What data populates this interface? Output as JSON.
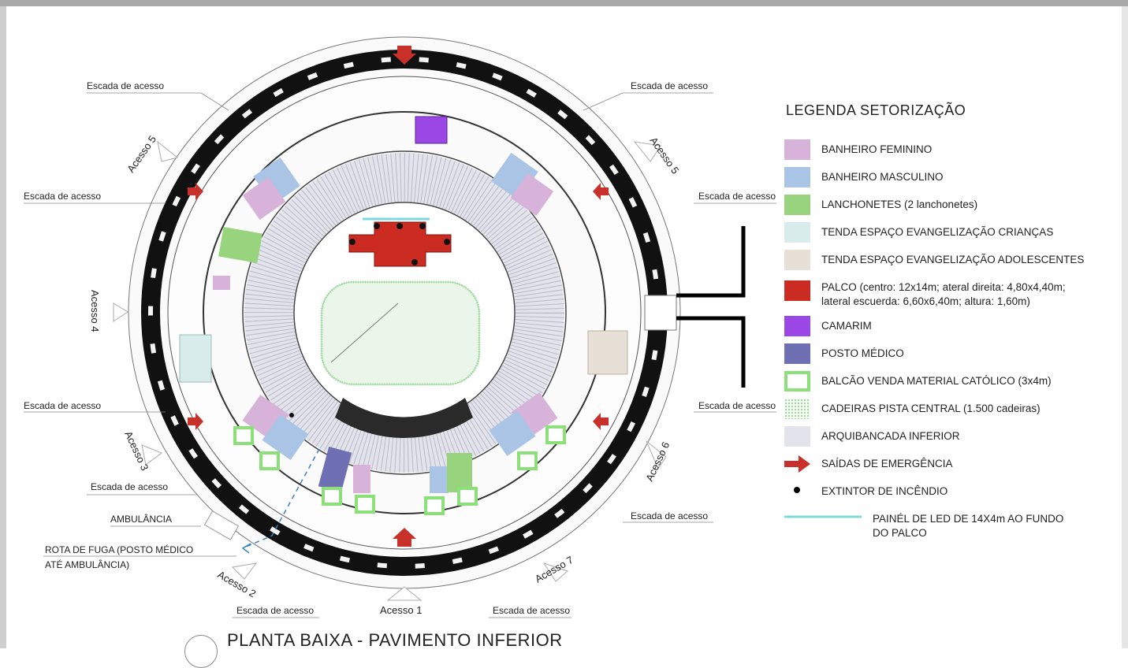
{
  "plan": {
    "title": "PLANTA BAIXA - PAVIMENTO INFERIOR",
    "labels": {
      "escada_tl1": "Escada de acesso",
      "escada_tr1": "Escada de acesso",
      "escada_l2": "Escada de acesso",
      "escada_r2": "Escada de acesso",
      "escada_l3": "Escada de acesso",
      "escada_r3": "Escada de acesso",
      "escada_l4": "Escada de acesso",
      "escada_r4": "Escada de acesso",
      "escada_b1": "Escada de acesso",
      "escada_b2": "Escada de acesso",
      "acesso_5a": "Acesso 5",
      "acesso_5b": "Acesso 5",
      "acesso_4": "Acesso 4",
      "acesso_3": "Acesso 3",
      "acesso_6": "Acesso 6",
      "acesso_2": "Acesso 2",
      "acesso_7": "Acesso 7",
      "acesso_1": "Acesso 1",
      "ambulancia": "AMBULÂNCIA",
      "rota_line1": "ROTA DE FUGA (POSTO MÉDICO",
      "rota_line2": "ATÉ AMBULÂNCIA)"
    }
  },
  "legend": {
    "title": "LEGENDA SETORIZAÇÃO",
    "items": [
      {
        "label": "BANHEIRO FEMININO",
        "color": "#d7b3d9"
      },
      {
        "label": "BANHEIRO MASCULINO",
        "color": "#aac4e6"
      },
      {
        "label": "LANCHONETES (2 lanchonetes)",
        "color": "#98d37e"
      },
      {
        "label": "TENDA ESPAÇO EVANGELIZAÇÃO CRIANÇAS",
        "color": "#d8ecec"
      },
      {
        "label": "TENDA ESPAÇO EVANGELIZAÇÃO ADOLESCENTES",
        "color": "#e6e0d6"
      },
      {
        "label": "PALCO (centro: 12x14m; ateral direita: 4,80x4,40m;",
        "label2": "lateral escuerda: 6,60x6,40m; altura: 1,60m)",
        "color": "#cc2b22"
      },
      {
        "label": "CAMARIM",
        "color": "#9b47e6"
      },
      {
        "label": "POSTO MÉDICO",
        "color": "#6f70b3"
      },
      {
        "label": "BALCÃO VENDA MATERIAL CATÓLICO (3x4m)",
        "color": "#8be07a"
      },
      {
        "label": "CADEIRAS PISTA CENTRAL (1.500 cadeiras)",
        "color": "#9ad69a"
      },
      {
        "label": "ARQUIBANCADA INFERIOR",
        "color": "#e3e3ec"
      },
      {
        "label": "SAÍDAS DE EMERGÊNCIA",
        "color": "#c8302a"
      },
      {
        "label": "EXTINTOR DE INCÊNDIO",
        "color": "#000000"
      },
      {
        "label": "PAINÉL DE LED DE 14X4m AO FUNDO",
        "label2": "DO PALCO",
        "color": "#7fd8dc"
      }
    ]
  }
}
